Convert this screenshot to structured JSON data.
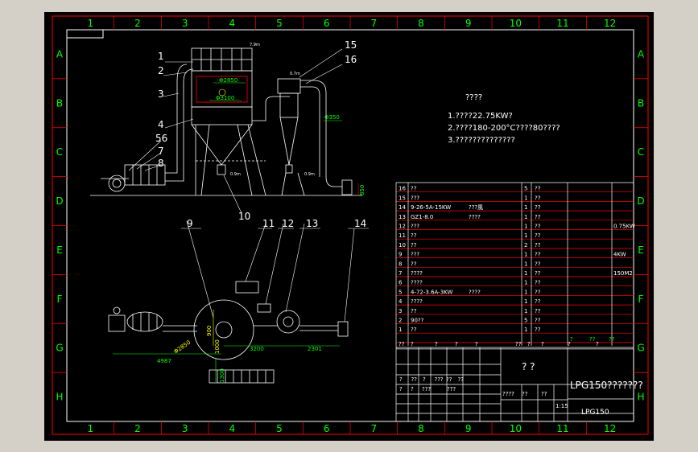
{
  "border": {
    "columns": [
      "1",
      "2",
      "3",
      "4",
      "5",
      "6",
      "7",
      "8",
      "9",
      "10",
      "11",
      "12"
    ],
    "rows": [
      "A",
      "B",
      "C",
      "D",
      "E",
      "F",
      "G",
      "H"
    ]
  },
  "notes": {
    "heading": "????",
    "lines": [
      "1.????22.75KW?",
      "2.????180-200°C????80????",
      "3.??????????????"
    ]
  },
  "elevation_labels": [
    "1",
    "2",
    "3",
    "4",
    "5",
    "6",
    "7",
    "8",
    "10",
    "15",
    "16"
  ],
  "plan_labels": [
    "9",
    "11",
    "12",
    "13",
    "14"
  ],
  "dimensions": {
    "d2850_top": "Φ2850",
    "d_inner": "Φ3100",
    "h350": "Φ350",
    "d2850_plan": "Φ2850",
    "d1000": "1000",
    "r3200": "3200",
    "d2301": "2301",
    "d4987": "4987",
    "h1300": "1300",
    "h900": "900",
    "small1": "7.9m",
    "small2": "0.7m",
    "small3": "0.9m",
    "small4": "0.9m",
    "small5": "850"
  },
  "parts": [
    {
      "no": "16",
      "name": "??",
      "qty": "5",
      "mat": "??",
      "note": ""
    },
    {
      "no": "15",
      "name": "???",
      "qty": "1",
      "mat": "??",
      "note": ""
    },
    {
      "no": "14",
      "name": "9-26-5A-15KW",
      "qty": "1",
      "mat": "??",
      "note": "",
      "extra": "???風"
    },
    {
      "no": "13",
      "name": "GZ1-8.0",
      "qty": "1",
      "mat": "??",
      "note": "",
      "extra": "????"
    },
    {
      "no": "12",
      "name": "???",
      "qty": "1",
      "mat": "??",
      "note": "0.75KW"
    },
    {
      "no": "11",
      "name": "??",
      "qty": "1",
      "mat": "??",
      "note": ""
    },
    {
      "no": "10",
      "name": "??",
      "qty": "2",
      "mat": "??",
      "note": ""
    },
    {
      "no": "9",
      "name": "???",
      "qty": "1",
      "mat": "??",
      "note": "4KW"
    },
    {
      "no": "8",
      "name": "??",
      "qty": "1",
      "mat": "??",
      "note": ""
    },
    {
      "no": "7",
      "name": "????",
      "qty": "1",
      "mat": "??",
      "note": "150M2"
    },
    {
      "no": "6",
      "name": "????",
      "qty": "1",
      "mat": "??",
      "note": ""
    },
    {
      "no": "5",
      "name": "4-72-3.6A-3KW",
      "qty": "1",
      "mat": "??",
      "note": "",
      "extra": "????"
    },
    {
      "no": "4",
      "name": "????",
      "qty": "1",
      "mat": "??",
      "note": ""
    },
    {
      "no": "3",
      "name": "??",
      "qty": "1",
      "mat": "??",
      "note": ""
    },
    {
      "no": "2",
      "name": "90??",
      "qty": "5",
      "mat": "??",
      "note": ""
    },
    {
      "no": "1",
      "name": "??",
      "qty": "1",
      "mat": "??",
      "note": ""
    }
  ],
  "table_header": [
    "??",
    "?",
    "?",
    "?",
    "?",
    "??",
    "?",
    "?",
    "?",
    "?"
  ],
  "title_block": {
    "project": "?  ?",
    "drawing_title": "LPG150???????",
    "drawing_no": "LPG150",
    "scale": "1:15",
    "labels_row1": [
      "?",
      "??",
      "?",
      "???",
      "??",
      "??"
    ],
    "labels_row2": [
      "?",
      "?",
      "???"
    ],
    "labels_row3": [
      "????",
      "??",
      "??"
    ],
    "extra": [
      "?",
      "??",
      "??"
    ]
  },
  "colors": {
    "background": "#000000",
    "frame": "#ff0000",
    "line": "#ffffff",
    "accent_green": "#00ff00",
    "accent_yellow": "#ffff00",
    "accent_cyan": "#00ffff"
  }
}
